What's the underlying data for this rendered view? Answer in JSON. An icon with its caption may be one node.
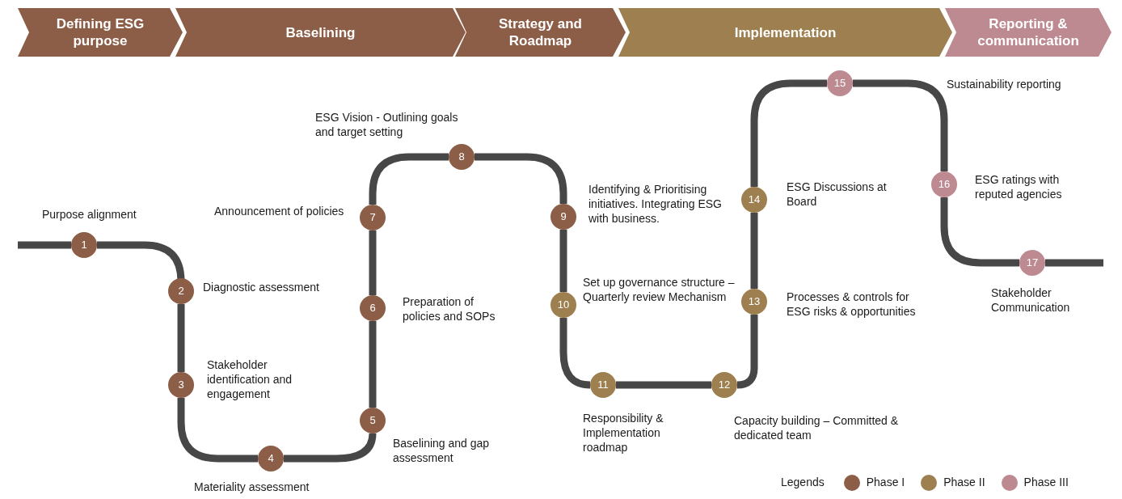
{
  "diagram": {
    "nodes": [
      {
        "text": [
          "Defining ESG purpose"
        ]
      },
      {
        "text": [
          "Baselining"
        ]
      },
      {
        "text": [
          "Strategy and Roadmap"
        ]
      },
      {
        "text": [
          "Implementation"
        ]
      },
      {
        "text": [
          "Reporting & communication"
        ]
      },
      {
        "text": [
          "1"
        ],
        "beside": [
          "Purpose alignment"
        ]
      },
      {
        "text": [
          "2"
        ],
        "beside": [
          "Diagnostic assessment"
        ]
      },
      {
        "text": [
          "3"
        ],
        "beside": [
          "Stakeholder identification and engagement"
        ]
      },
      {
        "text": [
          "4"
        ],
        "beside": [
          "Materiality assessment"
        ]
      },
      {
        "text": [
          "5"
        ],
        "beside": [
          "Baselining and gap assessment"
        ]
      },
      {
        "text": [
          "6"
        ],
        "beside": [
          "Preparation of policies and SOPs"
        ]
      },
      {
        "text": [
          "7"
        ],
        "beside": [
          "Announcement of policies"
        ]
      },
      {
        "text": [
          "8"
        ],
        "beside": [
          "ESG Vision - Outlining goals and target setting"
        ]
      },
      {
        "text": [
          "9"
        ],
        "beside": [
          "Identifying & Prioritising initiatives. Integrating ESG with business."
        ]
      },
      {
        "text": [
          "10"
        ],
        "beside": [
          "Set up governance structure – Quarterly review Mechanism"
        ]
      },
      {
        "text": [
          "11"
        ],
        "beside": [
          "Responsibility & Implementation roadmap"
        ]
      },
      {
        "text": [
          "12"
        ],
        "beside": [
          "Capacity building – Committed & dedicated team"
        ]
      },
      {
        "text": [
          "13"
        ],
        "beside": [
          "Processes & controls for ESG risks & opportunities"
        ]
      },
      {
        "text": [
          "14"
        ],
        "beside": [
          "ESG Discussions at Board"
        ]
      },
      {
        "text": [
          "15"
        ]
      },
      {
        "text": [
          "16"
        ],
        "beside": [
          "ESG ratings with reputed agencies"
        ]
      },
      {
        "text": [
          "17"
        ],
        "beside": [
          "Stakeholder Communication"
        ]
      }
    ],
    "edges": [
      {
        "from": null,
        "to": 5,
        "arrow": "none"
      },
      {
        "from": 5,
        "to": 6,
        "arrow": "none"
      },
      {
        "from": 6,
        "to": 7,
        "arrow": "none"
      },
      {
        "from": 7,
        "to": 8,
        "arrow": "none"
      },
      {
        "from": 8,
        "to": 9,
        "arrow": "none"
      },
      {
        "from": 9,
        "to": 10,
        "arrow": "none"
      },
      {
        "from": 10,
        "to": 11,
        "arrow": "none"
      },
      {
        "from": 11,
        "to": 12,
        "arrow": "none"
      },
      {
        "from": 12,
        "to": 13,
        "arrow": "none"
      },
      {
        "from": 13,
        "to": 14,
        "arrow": "none"
      },
      {
        "from": 14,
        "to": 15,
        "arrow": "none"
      },
      {
        "from": 15,
        "to": 16,
        "arrow": "none"
      },
      {
        "from": 16,
        "to": 17,
        "arrow": "none"
      },
      {
        "from": 17,
        "to": 18,
        "arrow": "none"
      },
      {
        "from": 18,
        "to": 19,
        "arrow": "none"
      },
      {
        "from": 19,
        "to": 20,
        "arrow": "none"
      },
      {
        "from": 20,
        "to": 21,
        "arrow": "none"
      },
      {
        "from": 21,
        "to": null,
        "arrow": "none"
      }
    ],
    "labels": [
      "Sustainability reporting",
      "Legends"
    ],
    "legend": [
      {
        "text": "Phase I",
        "color": "#8c5d47"
      },
      {
        "text": "Phase II",
        "color": "#9e7f4f"
      },
      {
        "text": "Phase III",
        "color": "#bd8a92"
      }
    ]
  }
}
